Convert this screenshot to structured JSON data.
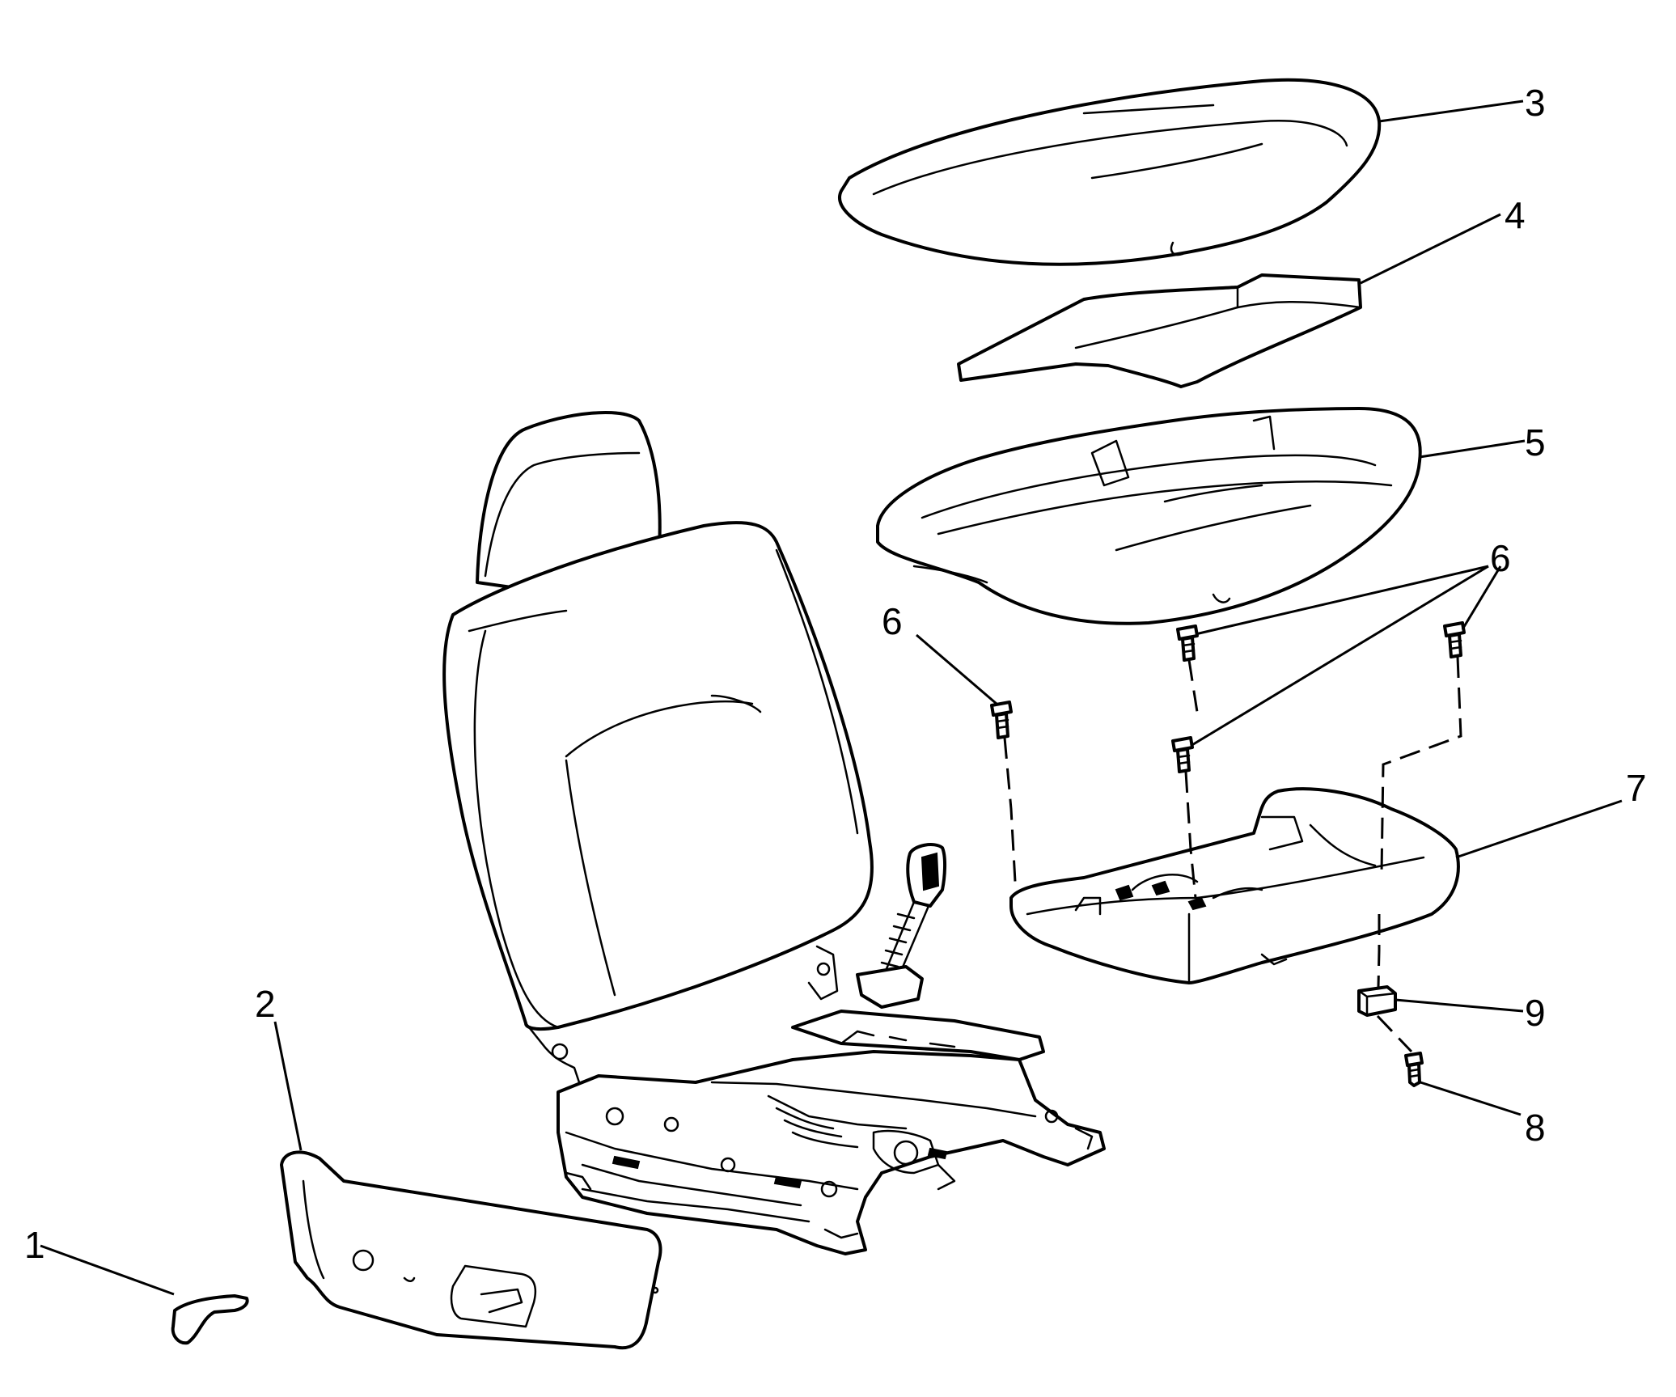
{
  "callouts": [
    {
      "id": "1",
      "label": "1"
    },
    {
      "id": "2",
      "label": "2"
    },
    {
      "id": "3",
      "label": "3"
    },
    {
      "id": "4",
      "label": "4"
    },
    {
      "id": "5",
      "label": "5"
    },
    {
      "id": "6a",
      "label": "6"
    },
    {
      "id": "6b",
      "label": "6"
    },
    {
      "id": "7",
      "label": "7"
    },
    {
      "id": "8",
      "label": "8"
    },
    {
      "id": "9",
      "label": "9"
    }
  ],
  "colors": {
    "line": "#000000",
    "background": "#ffffff"
  }
}
